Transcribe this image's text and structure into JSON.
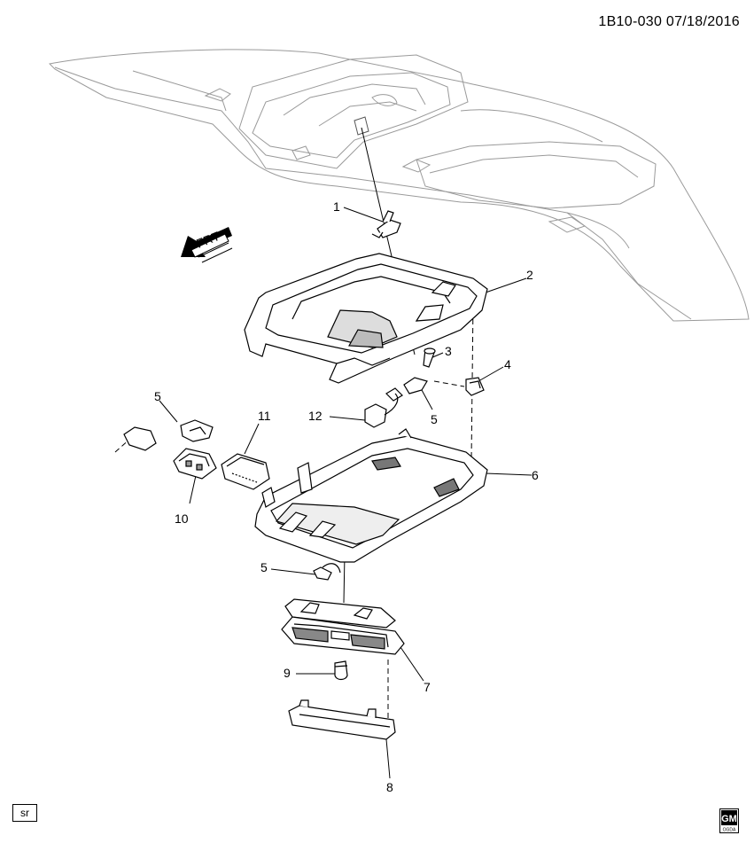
{
  "header": {
    "diagram_code": "1B10-030 07/18/2016"
  },
  "front_indicator": {
    "label": "FRT",
    "icon": "front-direction-arrow-icon"
  },
  "callouts": [
    {
      "number": "1",
      "part": "bracket"
    },
    {
      "number": "2",
      "part": "console-frame"
    },
    {
      "number": "3",
      "part": "screw"
    },
    {
      "number": "4",
      "part": "clip"
    },
    {
      "number": "5",
      "part": "connector-right"
    },
    {
      "number": "5",
      "part": "connector-left"
    },
    {
      "number": "5",
      "part": "connector-lower"
    },
    {
      "number": "6",
      "part": "overhead-console"
    },
    {
      "number": "7",
      "part": "lamp-assembly"
    },
    {
      "number": "8",
      "part": "lens-cover"
    },
    {
      "number": "9",
      "part": "bulb"
    },
    {
      "number": "10",
      "part": "switch-module"
    },
    {
      "number": "11",
      "part": "control-module"
    },
    {
      "number": "12",
      "part": "wire-harness"
    }
  ],
  "footer": {
    "sr_label": "sr",
    "logo_letters": "GM",
    "logo_subtext": "OGDA"
  },
  "colors": {
    "line": "#000000",
    "light_line": "#9a9a9a",
    "background": "#ffffff"
  }
}
